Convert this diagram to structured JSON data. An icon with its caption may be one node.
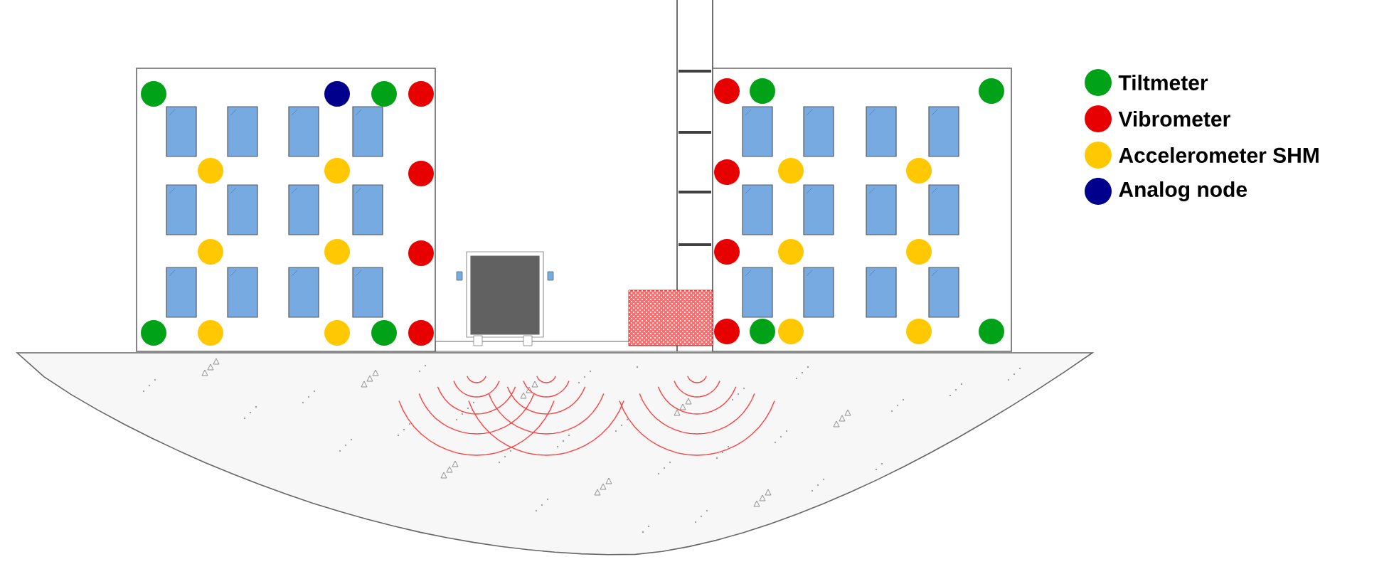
{
  "diagram": {
    "legend": [
      {
        "text": "Tiltmeter",
        "color": "#00a318"
      },
      {
        "text": "Vibrometer",
        "color": "#e60000"
      },
      {
        "text": "Accelerometer SHM",
        "color": "#ffc800"
      },
      {
        "text": "Analog node",
        "color": "#00008c"
      }
    ]
  }
}
